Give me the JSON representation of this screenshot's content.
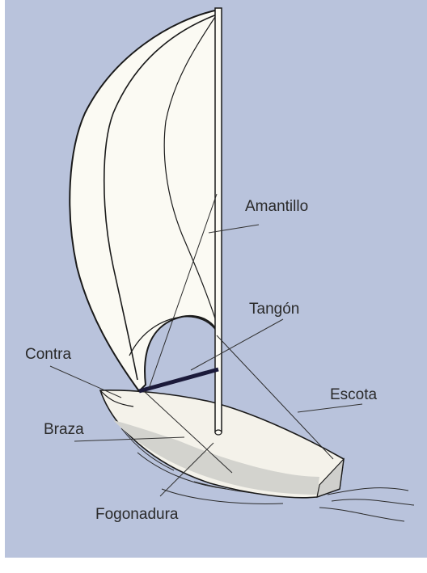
{
  "diagram": {
    "colors": {
      "background": "#b9c3dc",
      "sail_fill": "#fbfaf3",
      "hull_fill": "#f4f2ea",
      "hull_shadow": "#d3d3ce",
      "line": "#1a1a1a",
      "pole": "#1b1a3a",
      "label_text": "#2a2a2a"
    },
    "labels": {
      "amantillo": "Amantillo",
      "tangon": "Tangón",
      "contra": "Contra",
      "escota": "Escota",
      "braza": "Braza",
      "fogonadura": "Fogonadura"
    }
  }
}
